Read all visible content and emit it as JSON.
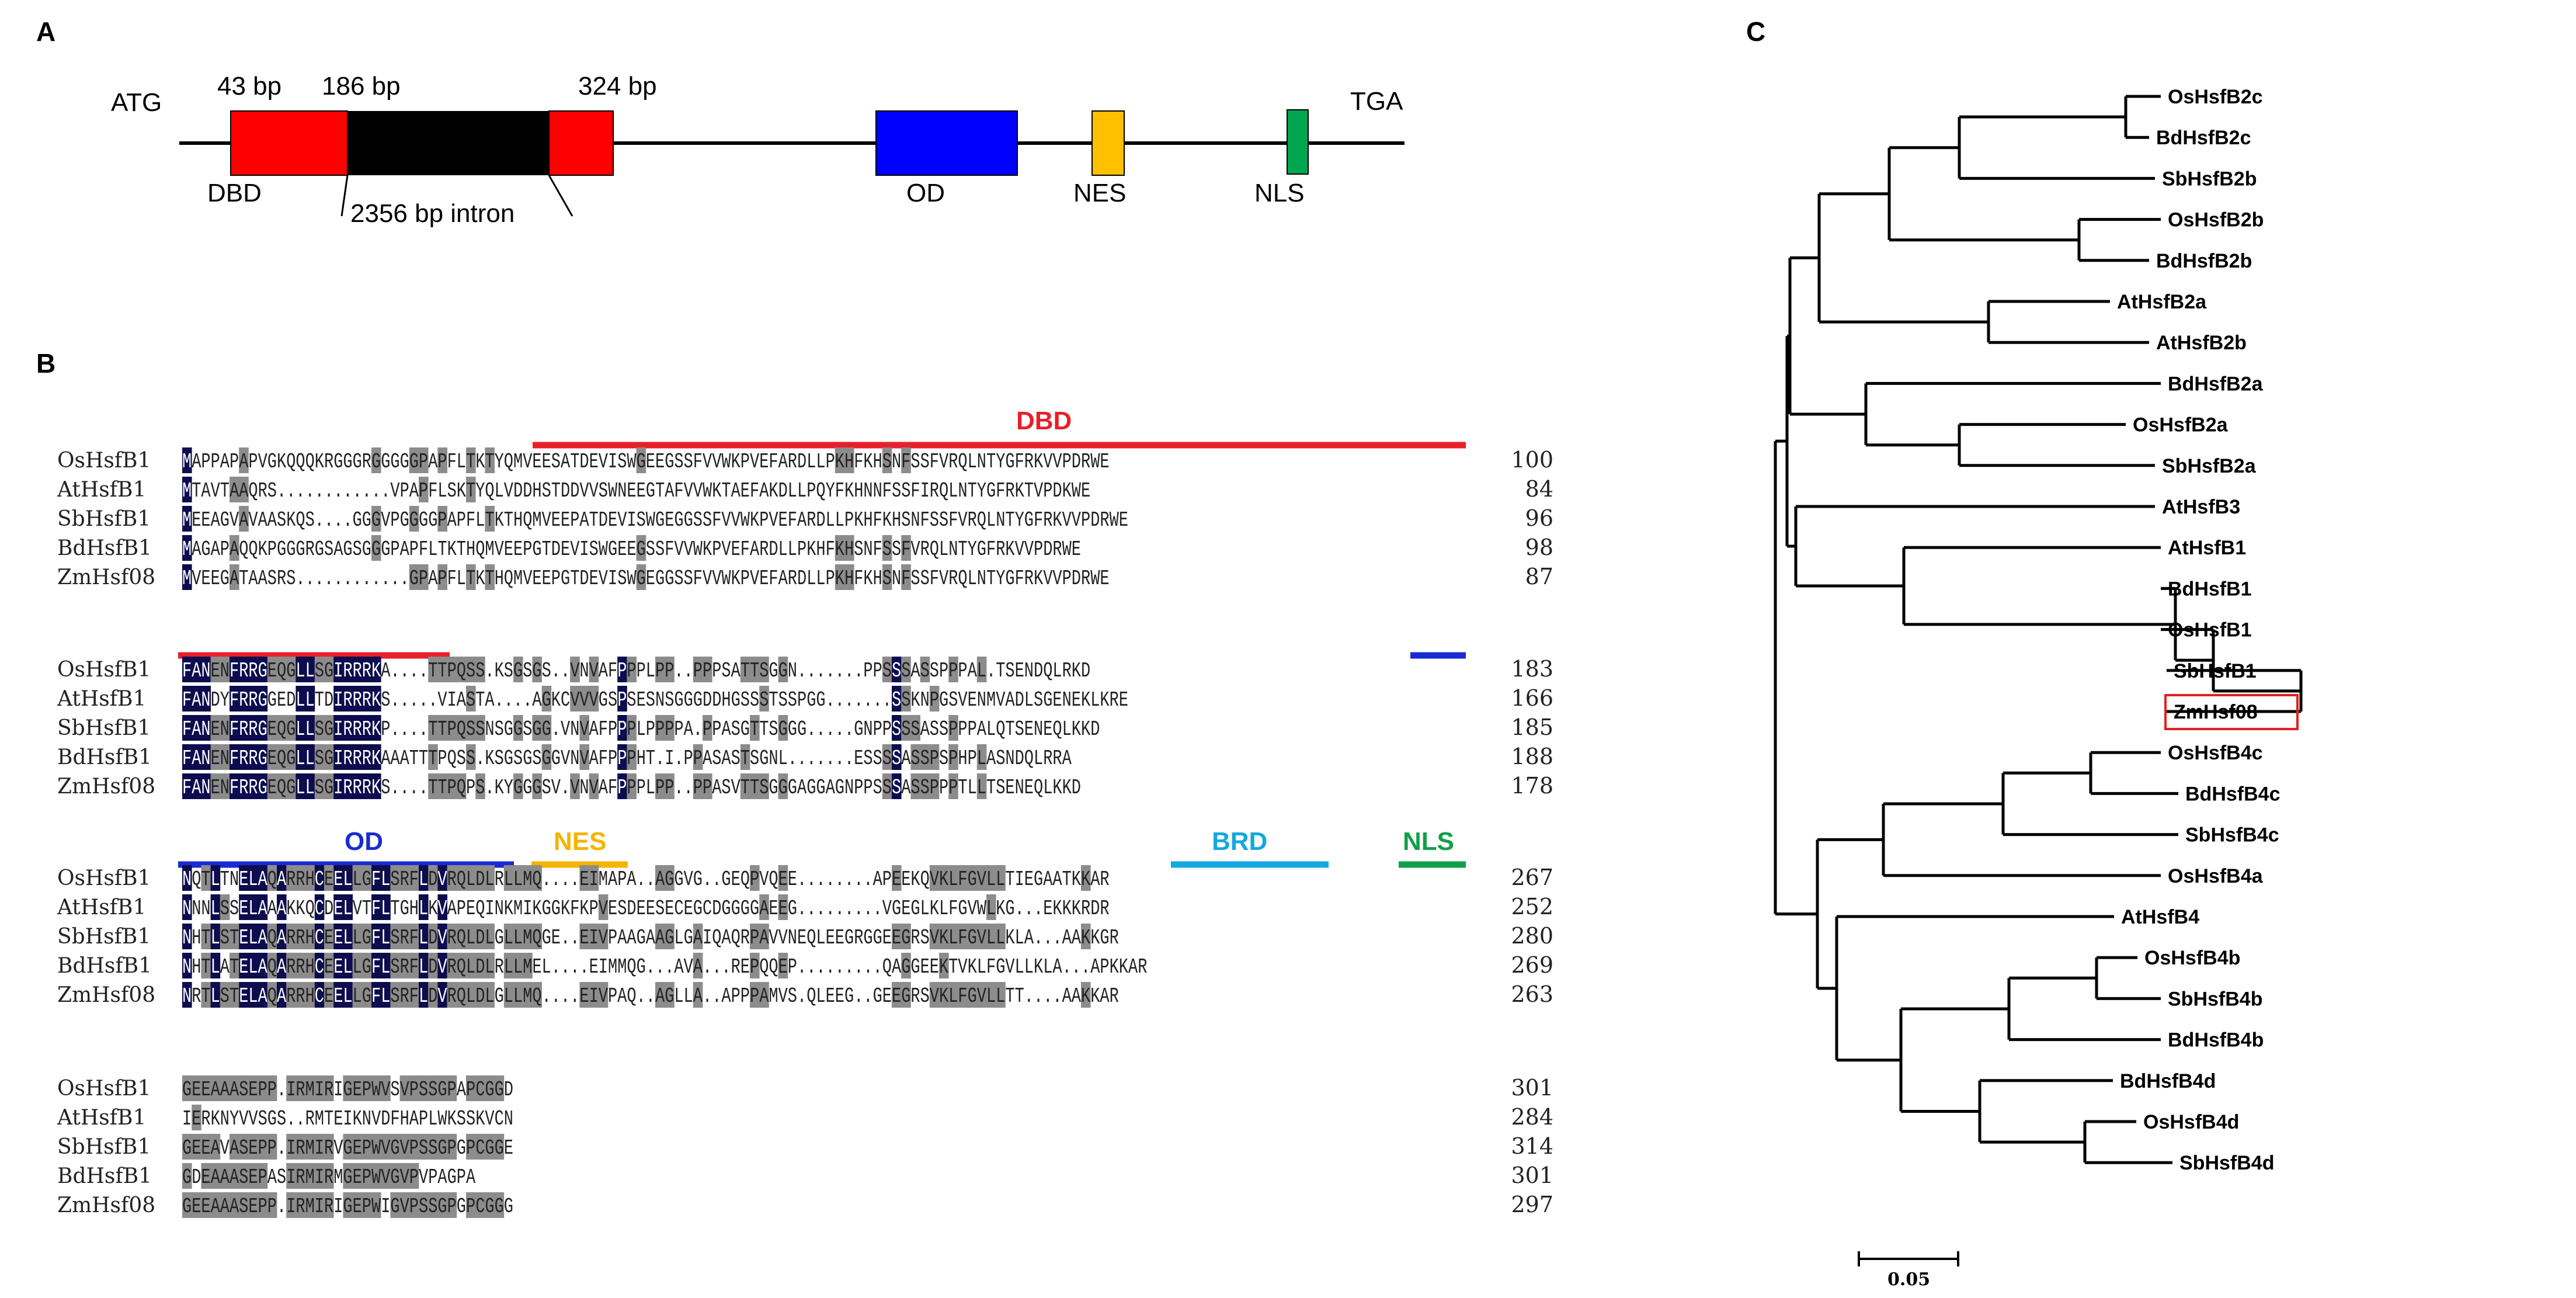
{
  "panel_a": {
    "label": "A",
    "start": "ATG",
    "stop": "TGA",
    "exon1_len": "43 bp",
    "exon2_len": "186 bp",
    "exon3_len": "324 bp",
    "intron": "2356 bp intron",
    "domains": [
      "DBD",
      "OD",
      "NES",
      "NLS"
    ],
    "colors": {
      "dbd": "#ff0000",
      "intron": "#000000",
      "od": "#0000ff",
      "nes": "#ffc000",
      "nls": "#00a550"
    }
  },
  "panel_b": {
    "label": "B",
    "region_labels": {
      "dbd": "DBD",
      "od": "OD",
      "nes": "NES",
      "brd": "BRD",
      "nls": "NLS"
    },
    "region_colors": {
      "dbd": "#e8202a",
      "od": "#1a2bd1",
      "nes": "#f4b400",
      "brd": "#14a8e0",
      "nls": "#10a04a"
    },
    "shade_colors": {
      "identical": "#0c0c4e",
      "similar": "#8c8c8c"
    },
    "blocks": [
      {
        "rows": [
          {
            "name": "OsHsfB1",
            "seq": "MAPPAPAPVGKQQQKRGGGRGGGGGPAPFLTKTYQMVEESATDEVISWGEEGSSFVVWKPVEFARDLLPKHFKHSNFSSFVRQLNTYGFRKVVPDRWE",
            "num": "100"
          },
          {
            "name": "AtHsfB1",
            "seq": "MTAVTAAQRS............VPAPFLSKTYQLVDDHSTDDVVSWNEEGTAFVVWKTAEFAKDLLPQYFKHNNFSSFIRQLNTYGFRKTVPDKWE",
            "num": "84"
          },
          {
            "name": "SbHsfB1",
            "seq": "MEEAGVAVAASKQS....GGGVPGGGGPAPFLTKTHQMVEEPATDEVISWGEGGSSFVVWKPVEFARDLLPKHFKHSNFSSFVRQLNTYGFRKVVPDRWE",
            "num": "96"
          },
          {
            "name": "BdHsfB1",
            "seq": "MAGAPAQQKPGGGRGSAGSGGGPAPFLTKTHQMVEEPGTDEVISWGEEGSSFVVWKPVEFARDLLPKHFKHSNFSSFVRQLNTYGFRKVVPDRWE",
            "num": "98"
          },
          {
            "name": "ZmHsf08",
            "seq": "MVEEGATAASRS............GPAPFLTKTHQMVEEPGTDEVISWGEGGSSFVVWKPVEFARDLLPKHFKHSNFSSFVRQLNTYGFRKVVPDRWE",
            "num": "87"
          }
        ]
      },
      {
        "rows": [
          {
            "name": "OsHsfB1",
            "seq": "FANENFRRGEQGLLSGIRRRKA....TTPQSS.KSGSGS..VNVAFPPPLPP..PPPSATTSGGN.......PPSSSASSPPPAL.TSENDQLRKD",
            "num": "183"
          },
          {
            "name": "AtHsfB1",
            "seq": "FANDYFRRGGEDLLTDIRRRKS.....VIASTA....AGKCVVVGSPSESNSGGGDDHGSSSTSSPGG.......SSKNPGSVENMVADLSGENEKLKRE",
            "num": "166"
          },
          {
            "name": "SbHsfB1",
            "seq": "FANENFRRGEQGLLSGIRRRKP....TTPQSSNSGGSGG.VNVAFPPPLPPPPA.PPASGTTSGGG.....GNPPSSSASSPPPALQTSENEQLKKD",
            "num": "185"
          },
          {
            "name": "BdHsfB1",
            "seq": "FANENFRRGEQGLLSGIRRRKAAATTTPQSS.KSGSGSGGVNVAFPPPHT.I.PPASASTSGNL.......ESSSSASSPSPHPLASNDQLRRA",
            "num": "188"
          },
          {
            "name": "ZmHsf08",
            "seq": "FANENFRRGEQGLLSGIRRRKS....TTPQPS.KYGGGSV.VNVAFPPPLPP..PPASVTTSGGGAGGAGNPPSSSASSPPPTLLTSENEQLKKD",
            "num": "178"
          }
        ]
      },
      {
        "rows": [
          {
            "name": "OsHsfB1",
            "seq": "NQTLTNELAQARRHCEELLGFLSRFLDVRQLDLRLLMQ....EIMAPA..AGGVG..GEQPVQEE........APEEKQVKLFGVLLTIEGAATKKAR",
            "num": "267"
          },
          {
            "name": "AtHsfB1",
            "seq": "NNNLSSELAAAKKQCDELVTFLTGHLKVAPEQINKMIKGGKFKPVESDEESECEGCDGGGGAEEG.........VGEGLKLFGVWLKG...EKKKRDR",
            "num": "252"
          },
          {
            "name": "SbHsfB1",
            "seq": "NHTLSTELAQARRHCEELLGFLSRFLDVRQLDLGLLMQGE..EIVPAAGAAGLGAIQAQRPAVVNEQLEEGRGGEEGRSVKLFGVLLKLA...AAKKGR",
            "num": "280"
          },
          {
            "name": "BdHsfB1",
            "seq": "NHTLATELAQARRHCEELLGFLSRFLDVRQLDLRLLMEL....EIMMQG...AVA...REPQQEP.........QAGGEEKTVKLFGVLLKLA...APKKAR",
            "num": "269"
          },
          {
            "name": "ZmHsf08",
            "seq": "NRTLSTELAQARRHCEELLGFLSRFLDVRQLDLGLLMQ....EIVPAQ..AGLLA..APPPAMVS.QLEEG..GEEGRSVKLFGVLLTT....AAKKAR",
            "num": "263"
          }
        ]
      },
      {
        "rows": [
          {
            "name": "OsHsfB1",
            "seq": "GEEAAASEPP.IRMIRIGEPWVSVPSSGPAPCGGD",
            "num": "301"
          },
          {
            "name": "AtHsfB1",
            "seq": "IERKNYVVSGS..RMTEIKNVDFHAPLWKSSKVCN",
            "num": "284"
          },
          {
            "name": "SbHsfB1",
            "seq": "GEEAVASEPP.IRMIRVGEPWVGVPSSGPGPCGGE",
            "num": "314"
          },
          {
            "name": "BdHsfB1",
            "seq": "GDEAAASEPASIRMIRMGEPWVGVPVPAGPA",
            "num": "301"
          },
          {
            "name": "ZmHsf08",
            "seq": "GEEAAASEPP.IRMIRIGEPWIGVPSSGPGPCGGG",
            "num": "297"
          }
        ]
      }
    ]
  },
  "panel_c": {
    "label": "C",
    "scale_label": "0.05",
    "highlight_color": "#e02020",
    "leaves": [
      {
        "id": "OsHsfB2c",
        "label": "OsHsfB2c"
      },
      {
        "id": "BdHsfB2c",
        "label": "BdHsfB2c"
      },
      {
        "id": "SbHsfB2b",
        "label": "SbHsfB2b"
      },
      {
        "id": "OsHsfB2b",
        "label": "OsHsfB2b"
      },
      {
        "id": "BdHsfB2b",
        "label": "BdHsfB2b"
      },
      {
        "id": "AtHsfB2a",
        "label": "AtHsfB2a"
      },
      {
        "id": "AtHsfB2b",
        "label": "AtHsfB2b"
      },
      {
        "id": "BdHsfB2a",
        "label": "BdHsfB2a"
      },
      {
        "id": "OsHsfB2a",
        "label": "OsHsfB2a"
      },
      {
        "id": "SbHsfB2a",
        "label": "SbHsfB2a"
      },
      {
        "id": "AtHsfB3",
        "label": "AtHsfB3"
      },
      {
        "id": "AtHsfB1",
        "label": "AtHsfB1"
      },
      {
        "id": "BdHsfB1",
        "label": "BdHsfB1"
      },
      {
        "id": "OsHsfB1",
        "label": "OsHsfB1"
      },
      {
        "id": "SbHsfB1",
        "label": "SbHsfB1"
      },
      {
        "id": "ZmHsf08",
        "label": "ZmHsf08",
        "highlight": true
      },
      {
        "id": "OsHsfB4c",
        "label": "OsHsfB4c"
      },
      {
        "id": "BdHsfB4c",
        "label": "BdHsfB4c"
      },
      {
        "id": "SbHsfB4c",
        "label": "SbHsfB4c"
      },
      {
        "id": "OsHsfB4a",
        "label": "OsHsfB4a"
      },
      {
        "id": "AtHsfB4",
        "label": "AtHsfB4"
      },
      {
        "id": "OsHsfB4b",
        "label": "OsHsfB4b"
      },
      {
        "id": "SbHsfB4b",
        "label": "SbHsfB4b"
      },
      {
        "id": "BdHsfB4b",
        "label": "BdHsfB4b"
      },
      {
        "id": "BdHsfB4d",
        "label": "BdHsfB4d"
      },
      {
        "id": "OsHsfB4d",
        "label": "OsHsfB4d"
      },
      {
        "id": "SbHsfB4d",
        "label": "SbHsfB4d"
      }
    ]
  }
}
